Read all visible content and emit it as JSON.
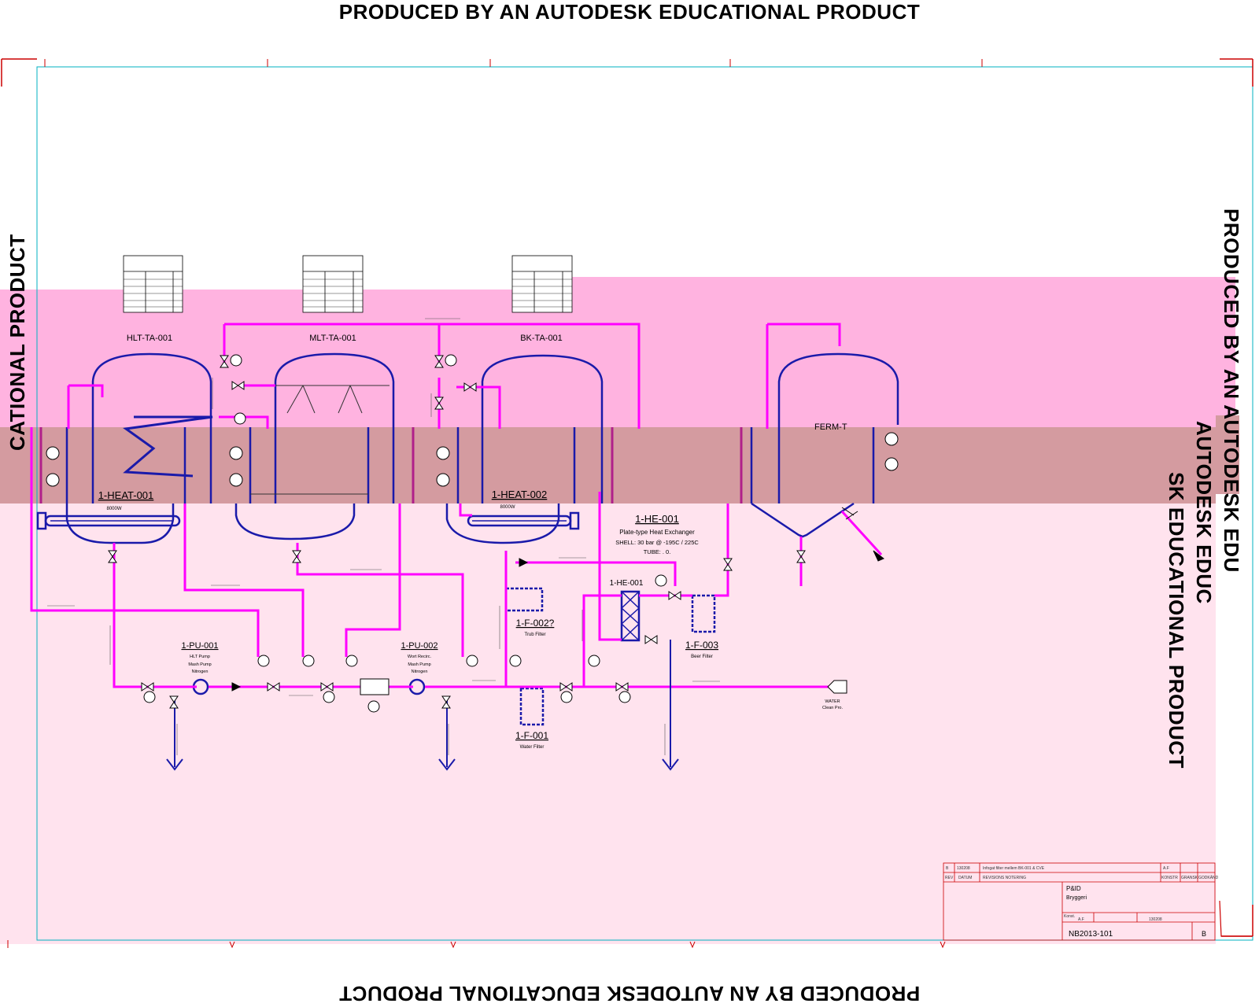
{
  "watermark": "PRODUCED BY AN AUTODESK EDUCATIONAL PRODUCT",
  "watermark_fragments": {
    "left": "CATIONAL PRODUCT",
    "right_1": "PRODUCED BY AN AUTODESK EDU",
    "right_2": "AUTODESK EDUC",
    "right_3": "SK EDUCATIONAL PRODUCT"
  },
  "colors": {
    "pipe": "#ff00ff",
    "vessel": "#1a1aaa",
    "frame": "#00b0c0",
    "band_pink": "#ffb3e0",
    "band_mauve": "#d49ba0",
    "band_light": "#ffe3ee"
  },
  "tanks": {
    "hlt": "HLT-TA-001",
    "mlt": "MLT-TA-001",
    "bk": "BK-TA-001",
    "ferm": "FERM-T"
  },
  "heaters": {
    "heat1": "1-HEAT-001",
    "heat1_rating": "8000W",
    "heat2": "1-HEAT-002",
    "heat2_rating": "8000W"
  },
  "heat_exchanger": {
    "tag": "1-HE-001",
    "title": "Plate-type Heat Exchanger",
    "shell": "SHELL: 30 bar @ -195C / 225C",
    "tube": "TUBE: . 0.",
    "short_tag": "1-HE-001"
  },
  "pumps": {
    "pu1": "1-PU-001",
    "pu1_desc": [
      "HLT Pump",
      "Mash Pump",
      "Nitrogen"
    ],
    "pu2": "1-PU-002",
    "pu2_desc": [
      "Wort Recirc.",
      "Mash Pump",
      "Nitrogen"
    ]
  },
  "filters": {
    "f1": "1-F-001",
    "f1_desc": "Water Filter",
    "f2": "1-F-002?",
    "f2_desc": "Trub Filter",
    "f3": "1-F-003",
    "f3_desc": "Beer Filter"
  },
  "inlet": {
    "label": "WATER",
    "sub": "Clean Pro."
  },
  "title_block": {
    "rev_row": [
      "B",
      "130208",
      "Infogat filter mellem BK-001 & CVE",
      "A.F",
      "",
      ""
    ],
    "header": [
      "REV",
      "DATUM",
      "REVISIONS NOTERING",
      "KONSTR",
      "GRANSK",
      "GODKÄND"
    ],
    "title": "P&ID",
    "subtitle": "Bryggeri",
    "drawn_label": "Konst.",
    "drawn_value": "A.F",
    "date_value": "130208",
    "drawing_no": "NB2013-101",
    "rev_box": "B"
  }
}
